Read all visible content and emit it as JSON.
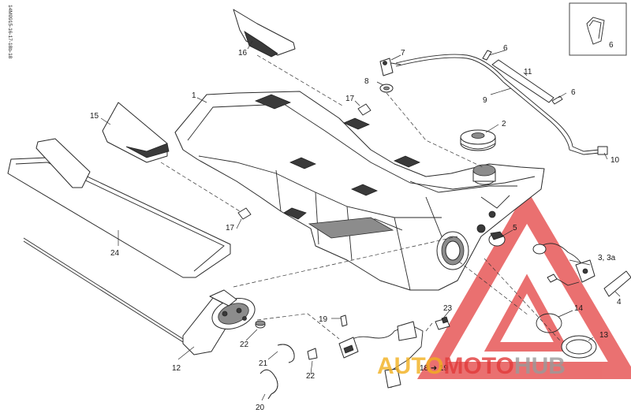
{
  "document_code": "14M0915-16-17-18b-18",
  "callouts": {
    "c1": "1",
    "c2": "2",
    "c3": "3, 3a",
    "c4": "4",
    "c5": "5",
    "c6a": "6",
    "c6b": "6",
    "c6c": "6",
    "c7": "7",
    "c8": "8",
    "c9": "9",
    "c10": "10",
    "c11": "11",
    "c12": "12",
    "c13": "13",
    "c14": "14",
    "c15": "15",
    "c16": "16",
    "c17a": "17",
    "c17b": "17",
    "c18": "18 ➜ 19",
    "c19": "19",
    "c20": "20",
    "c21": "21",
    "c22a": "22",
    "c22b": "22",
    "c23": "23",
    "c24": "24"
  },
  "watermark": {
    "part1": "AUTO",
    "part2": "MOTO",
    "part3": "HUB",
    "color_red": "#e23a3a",
    "color_yellow": "#f2b01e",
    "color_gray": "#9a9a9a"
  }
}
